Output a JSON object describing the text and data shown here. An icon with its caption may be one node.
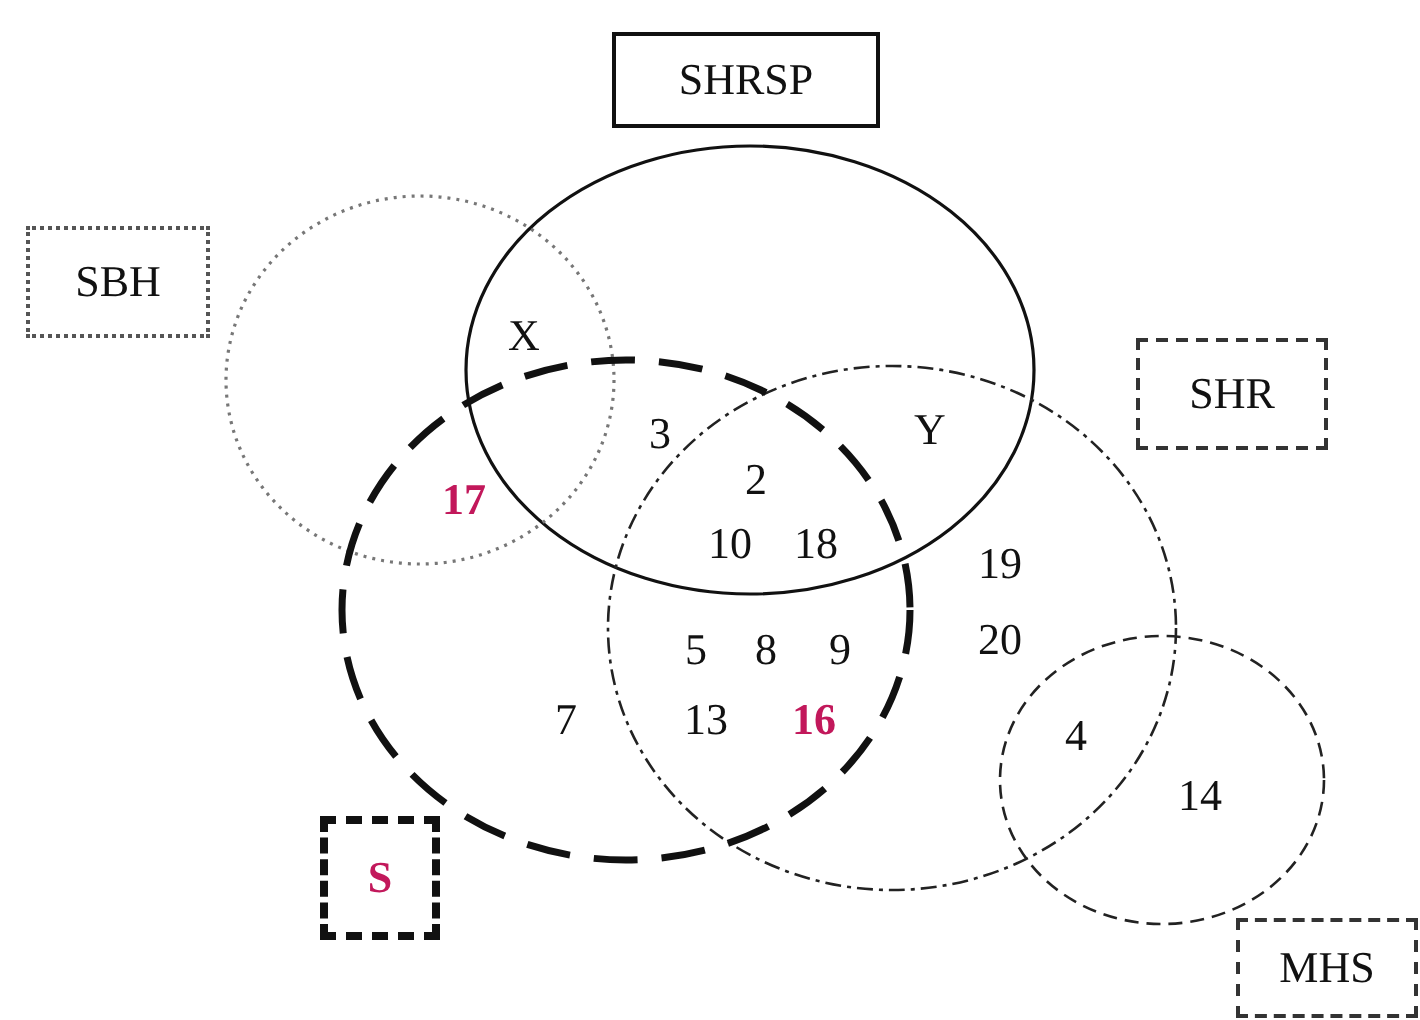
{
  "diagram": {
    "nodes": [
      {
        "text": [
          "SHRSP"
        ]
      },
      {
        "text": [
          "SBH"
        ]
      },
      {
        "text": [
          "SHR"
        ]
      },
      {
        "text": [
          "S"
        ]
      },
      {
        "text": [
          "MHS"
        ]
      }
    ],
    "labels": [
      "X",
      "3",
      "Y",
      "2",
      "17",
      "10",
      "18",
      "19",
      "5",
      "8",
      "9",
      "20",
      "7",
      "13",
      "16",
      "4",
      "14"
    ]
  }
}
